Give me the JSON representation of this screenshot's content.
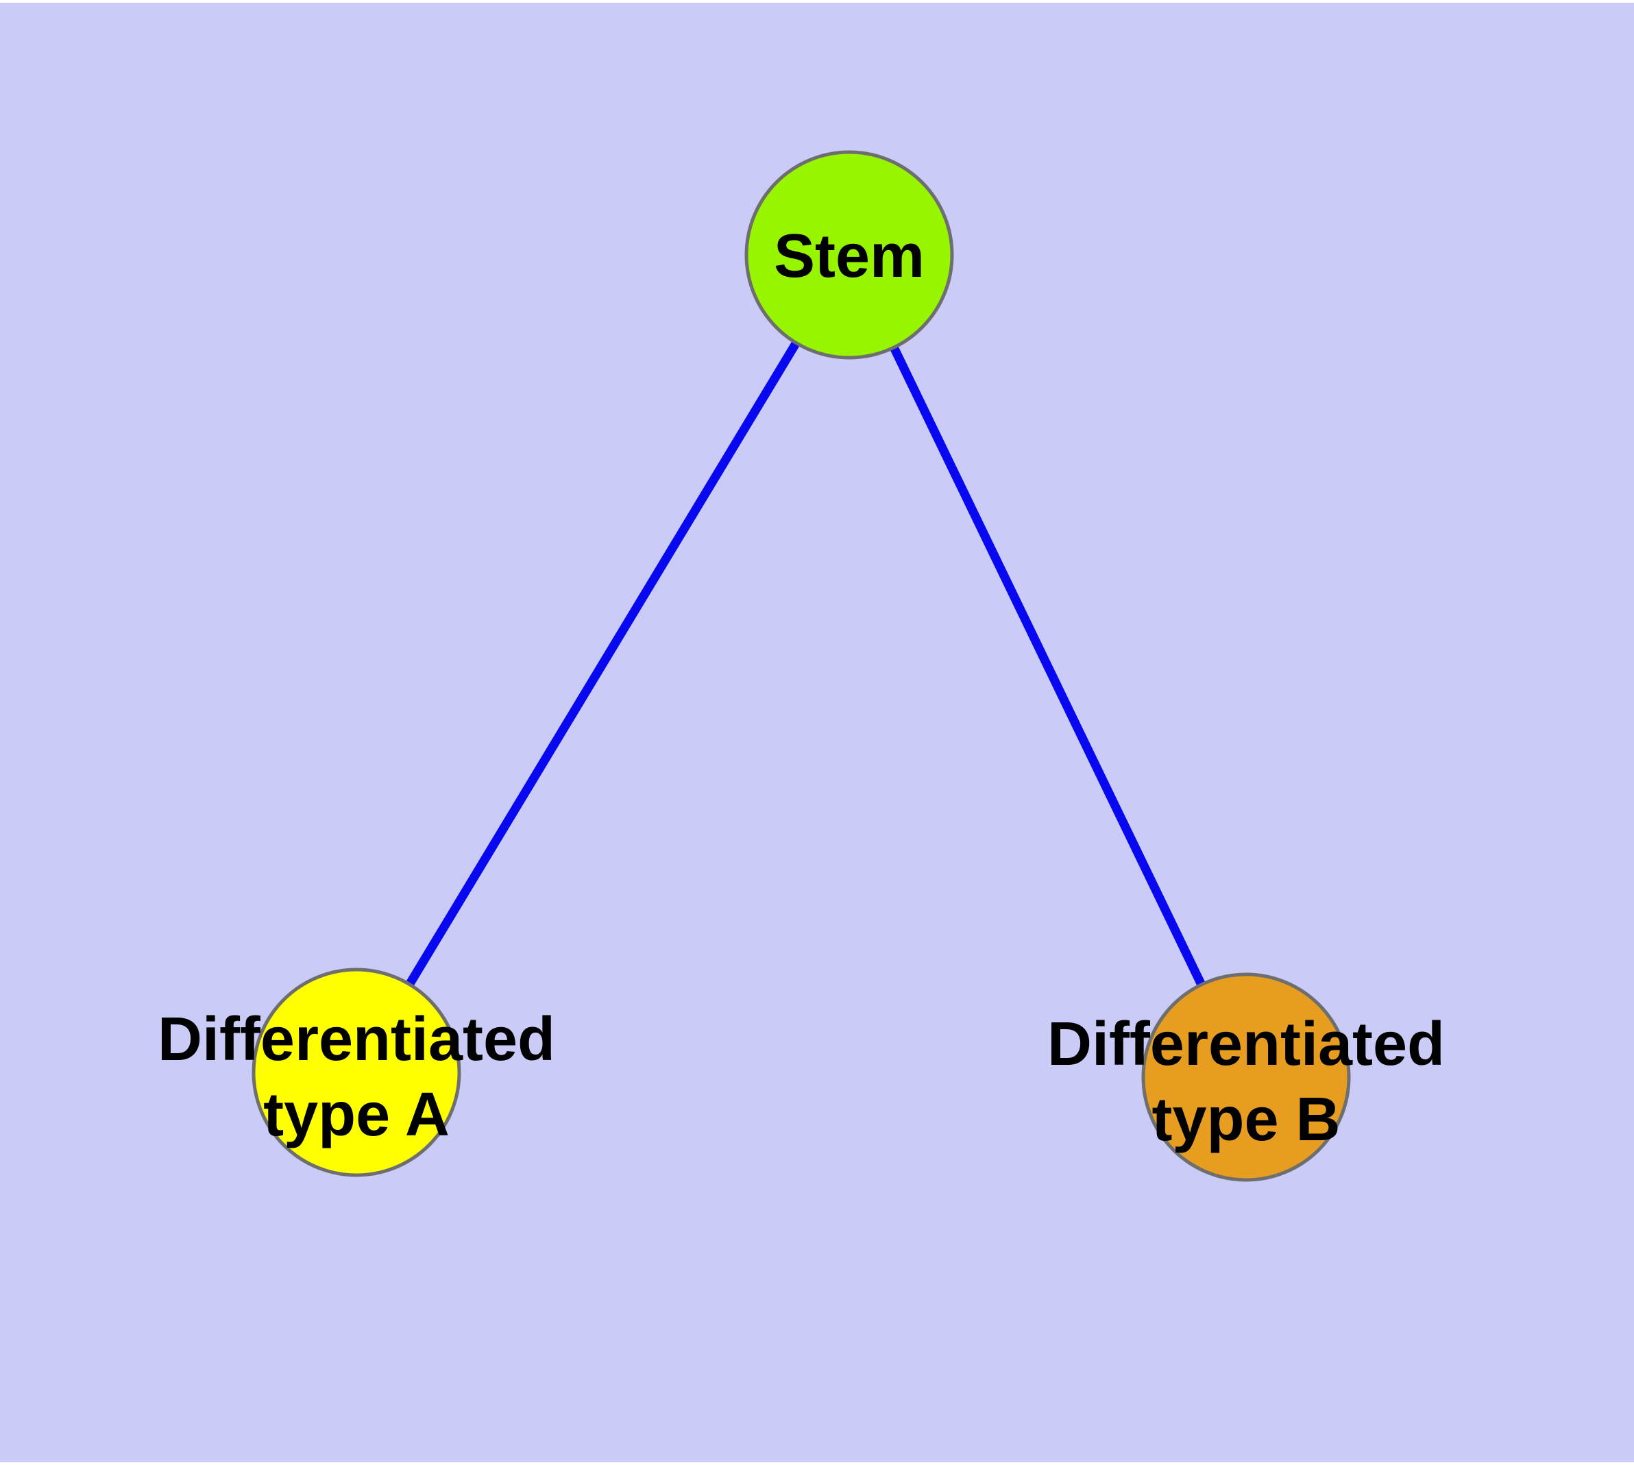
{
  "diagram": {
    "type": "graph",
    "description": "Cell differentiation graph: one stem node connected to two differentiated cell type nodes",
    "colors": {
      "background": "#CBCBF7",
      "page_margin": "#FFFFFF",
      "edge": "#0808F0",
      "node_border": "#6E6E6E",
      "label_text": "#000000"
    },
    "nodes": [
      {
        "id": "stem",
        "label": "Stem",
        "line1": "Stem",
        "line2": "",
        "fill": "#97F500"
      },
      {
        "id": "differentiated-type-a",
        "label": "Differentiated type A",
        "line1": "Differentiated",
        "line2": "type A",
        "fill": "#FFFF00"
      },
      {
        "id": "differentiated-type-b",
        "label": "Differentiated type B",
        "line1": "Differentiated",
        "line2": "type B",
        "fill": "#E79D1F"
      }
    ],
    "edges": [
      {
        "from": "Stem",
        "to": "Differentiated type A",
        "directed": false
      },
      {
        "from": "Stem",
        "to": "Differentiated type B",
        "directed": false
      }
    ]
  }
}
